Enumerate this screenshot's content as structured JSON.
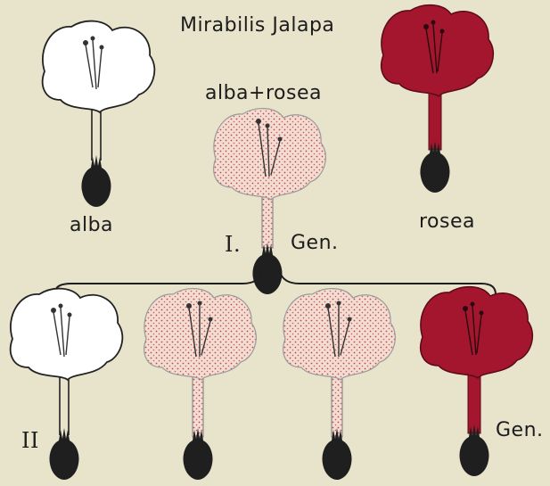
{
  "title": "Mirabilis Jalapa",
  "parents": {
    "left": "alba",
    "right": "rosea"
  },
  "hybrid": "alba+rosea",
  "generation_1": {
    "numeral": "I.",
    "label": "Gen."
  },
  "generation_2": {
    "numeral": "II",
    "label": "Gen."
  },
  "colors": {
    "background": "#e8e3cb",
    "white_flower": "#ffffff",
    "pink_flower": "#f3dcd0",
    "pink_dots": "#b84a5a",
    "red_flower": "#a3162d",
    "outline": "#222222",
    "calyx": "#1f1f1f"
  }
}
